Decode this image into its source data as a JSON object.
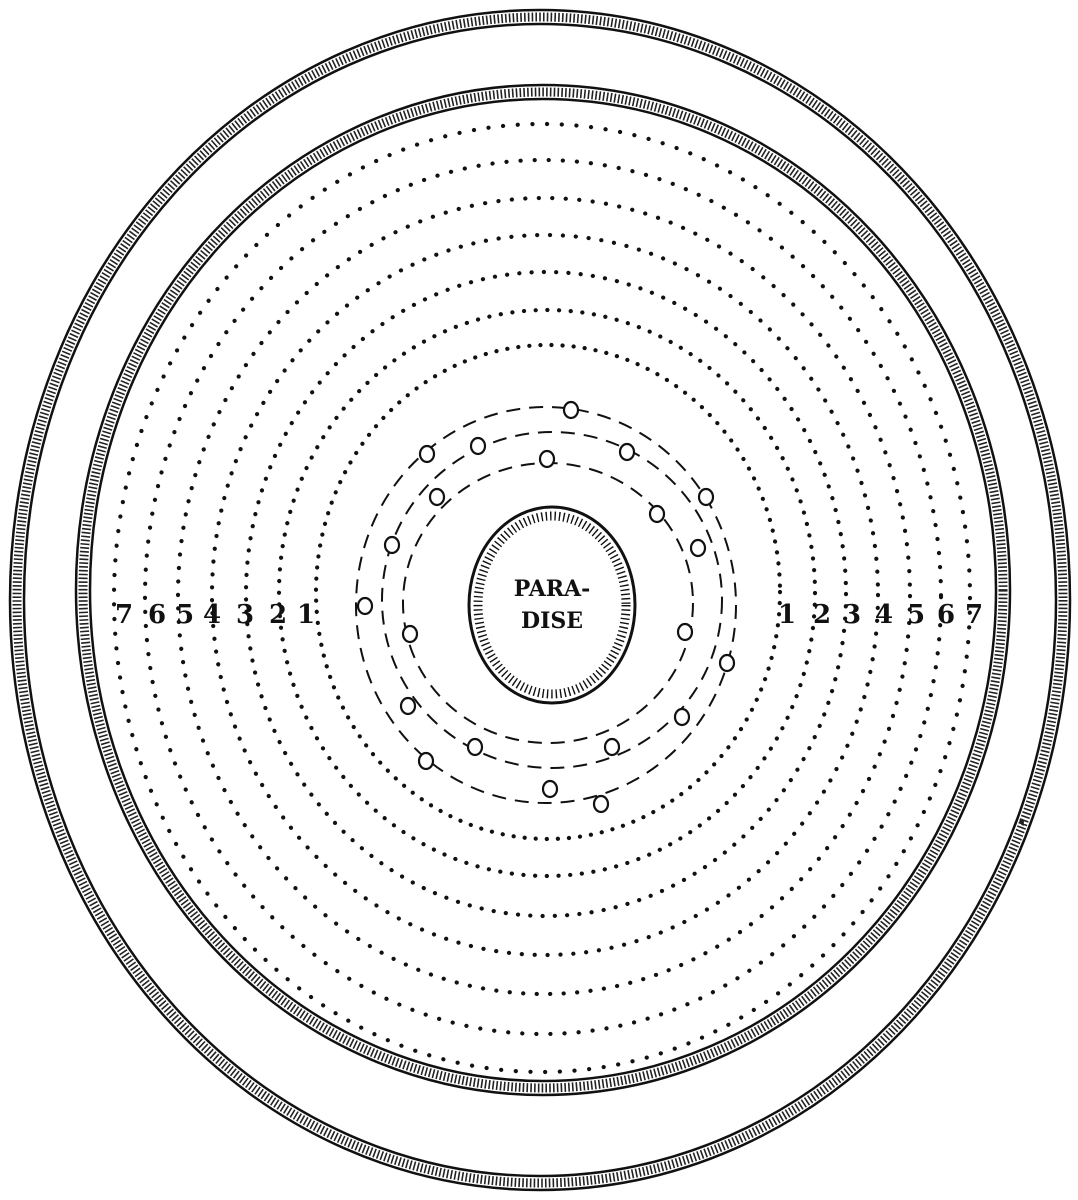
{
  "center_label": {
    "line1": "PARA-",
    "line2": "DISE"
  },
  "left_ring_numbers": [
    "7",
    "6",
    "5",
    "4",
    "3",
    "2",
    "1"
  ],
  "right_ring_numbers": [
    "1",
    "2",
    "3",
    "4",
    "5",
    "6",
    "7"
  ],
  "dotted_ring_count": 7,
  "dashed_orbit_count": 3,
  "hatched_band_count": 2,
  "colors": {
    "ink": "#111111",
    "paper": "#ffffff"
  }
}
